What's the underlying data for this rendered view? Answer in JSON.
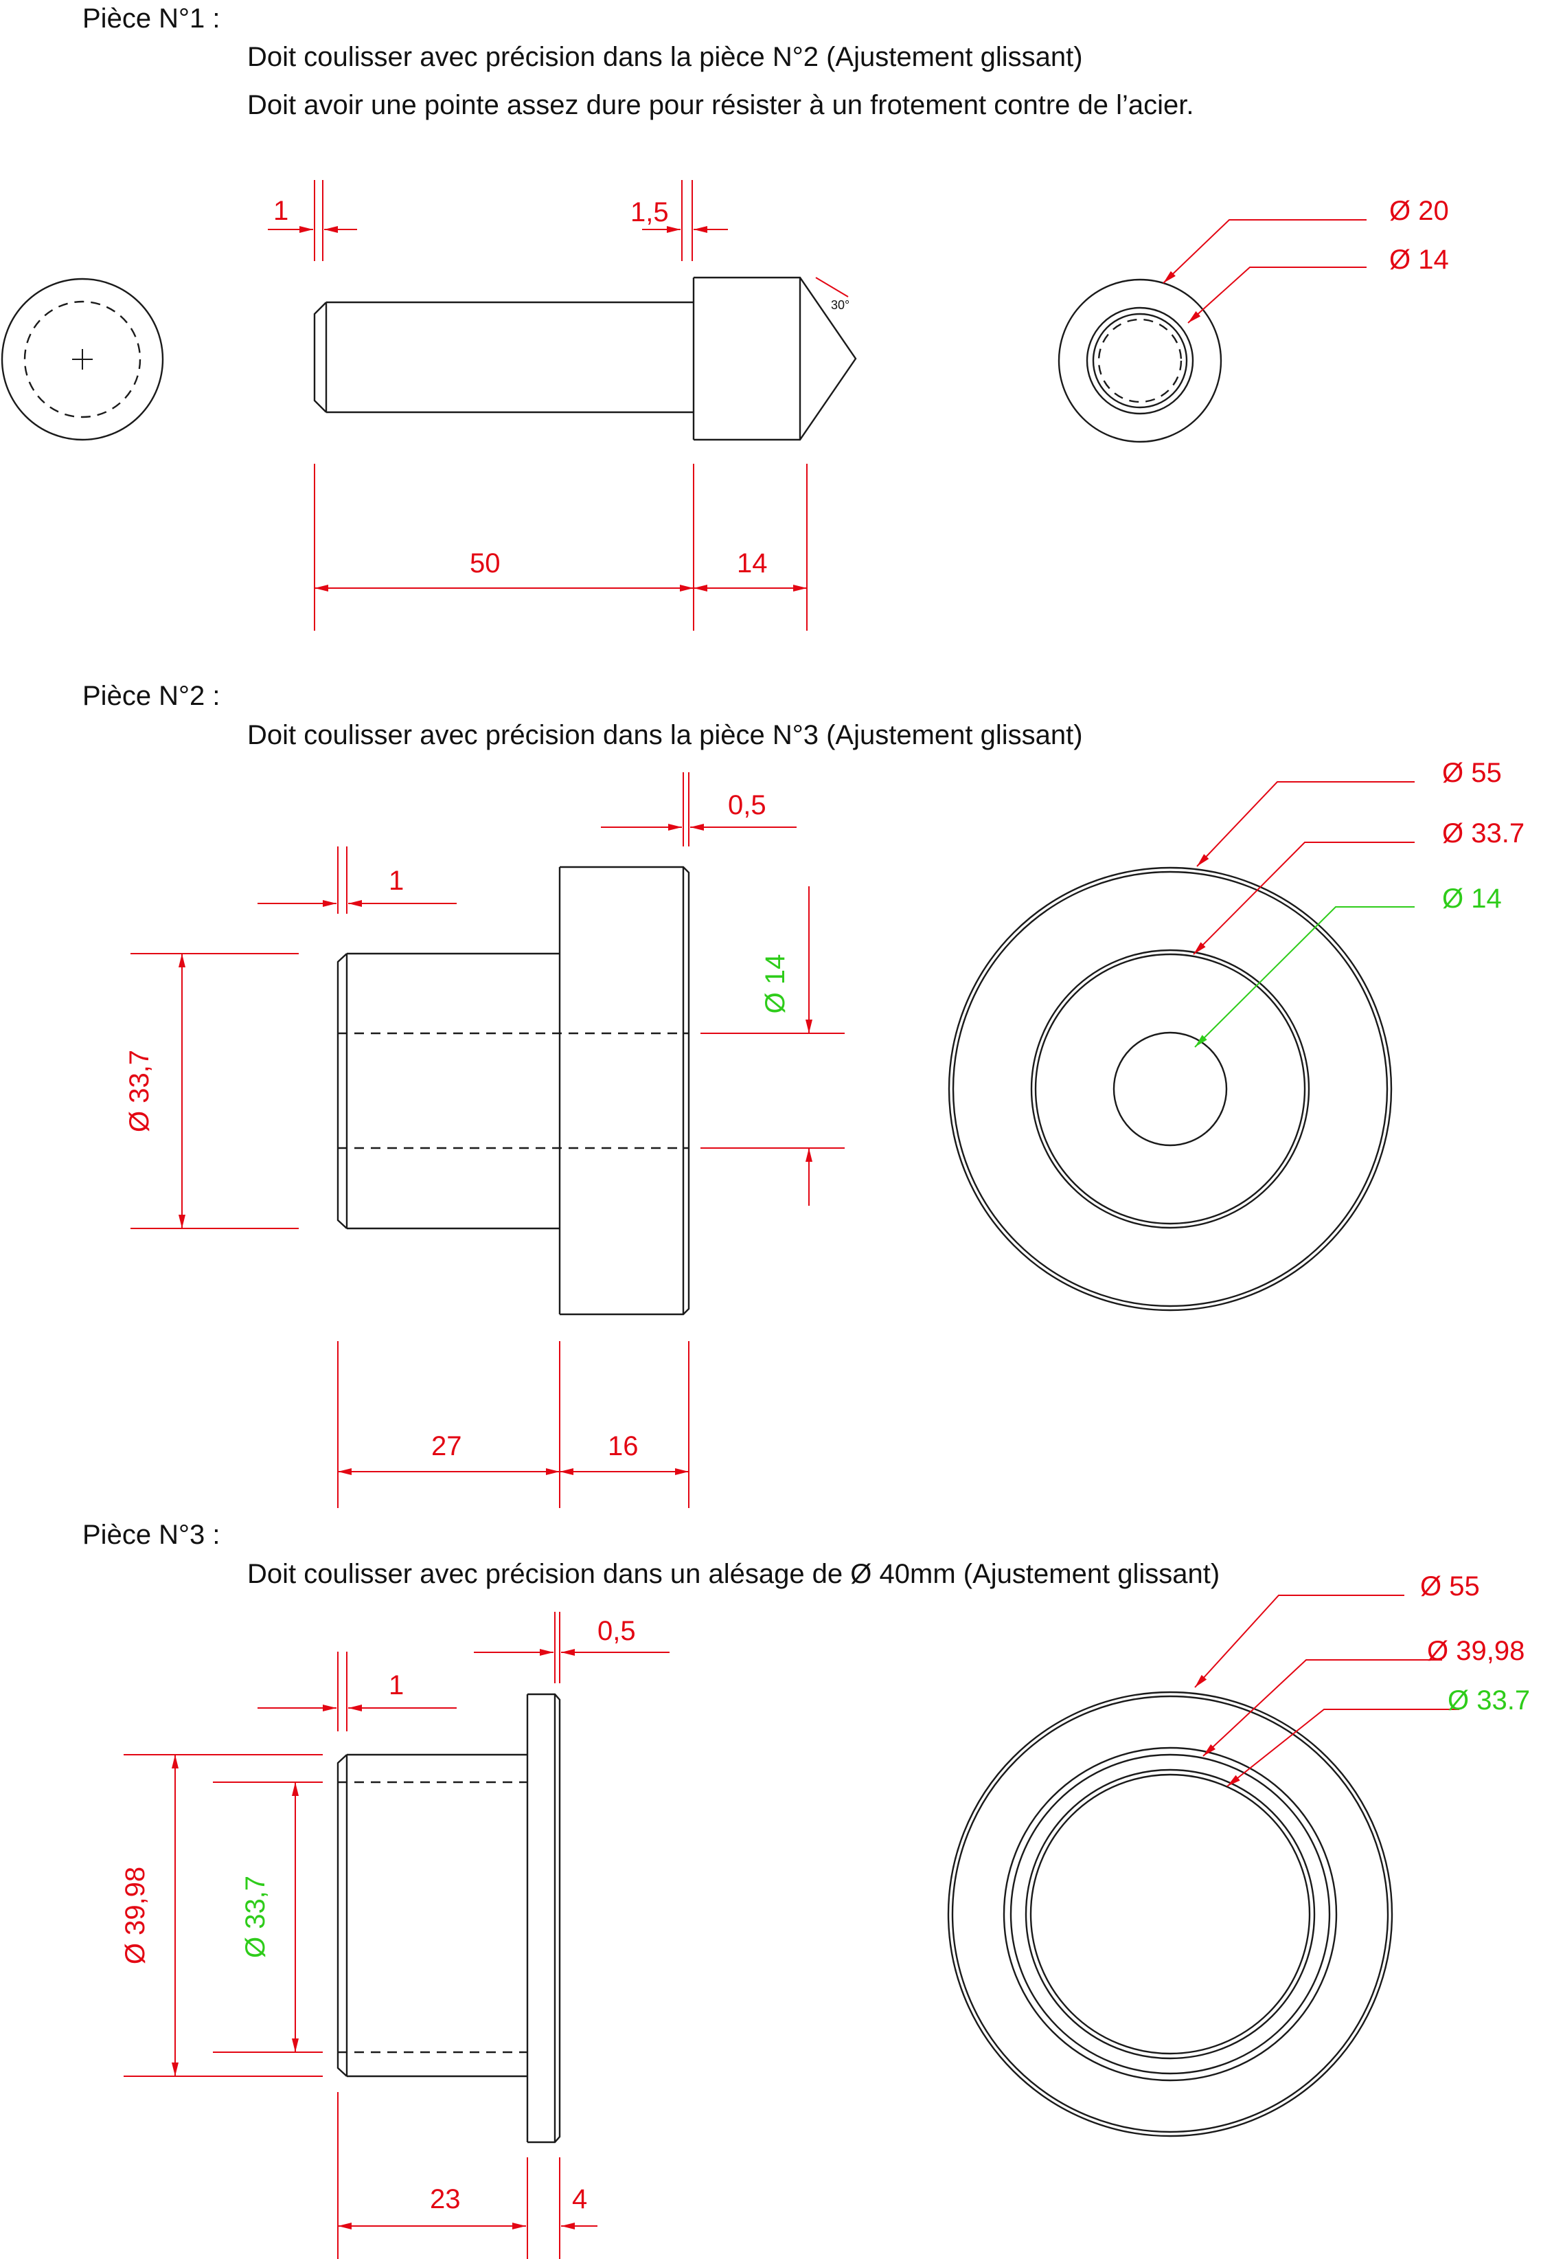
{
  "parts": [
    {
      "title": "Pièce N°1 :",
      "requirements": [
        "Doit coulisser avec précision dans la pièce N°2 (Ajustement glissant)",
        "Doit avoir une pointe assez dure pour résister à un frotement contre de l’acier."
      ],
      "dims": {
        "chamfer_left": "1",
        "chamfer_right": "1,5",
        "length_a": "50",
        "length_b": "14",
        "angle": "30°",
        "dia_outer": "Ø 20",
        "dia_inner": "Ø 14"
      }
    },
    {
      "title": "Pièce N°2 :",
      "requirements": [
        "Doit coulisser avec précision dans la pièce N°3 (Ajustement glissant)"
      ],
      "dims": {
        "chamfer_left": "1",
        "chamfer_right": "0,5",
        "dia_shaft": "Ø 33,7",
        "dia_bore": "Ø 14",
        "length_a": "27",
        "length_b": "16",
        "dia_outer": "Ø 55",
        "dia_mid": "Ø 33.7",
        "dia_inner": "Ø 14"
      }
    },
    {
      "title": "Pièce N°3 :",
      "requirements": [
        "Doit coulisser avec précision dans un alésage de Ø 40mm (Ajustement glissant)"
      ],
      "dims": {
        "chamfer_left": "1",
        "chamfer_right": "0,5",
        "dia_outer_shaft": "Ø 39,98",
        "dia_bore": "Ø 33,7",
        "length_a": "23",
        "length_b": "4",
        "dia_outer": "Ø 55",
        "dia_mid": "Ø 39,98",
        "dia_inner": "Ø 33.7"
      }
    }
  ],
  "colors": {
    "dimension": "#e30613",
    "reference": "#2ecc1a",
    "outline": "#1a1a1a"
  }
}
